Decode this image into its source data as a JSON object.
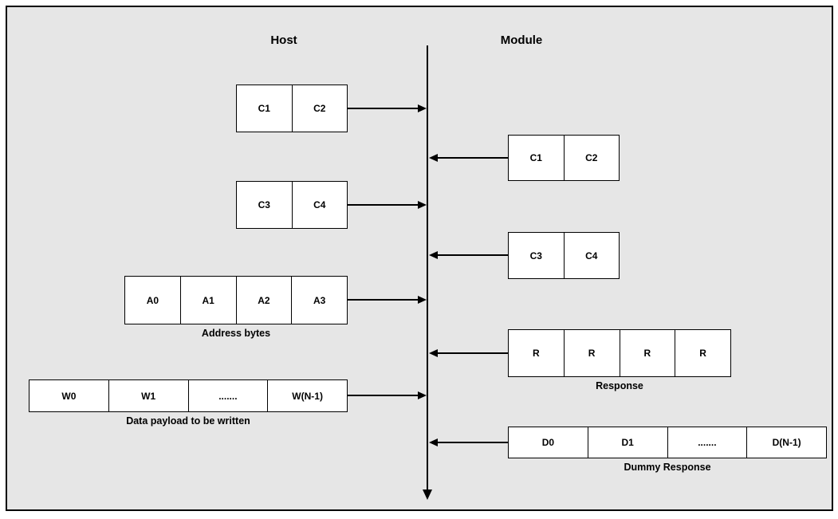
{
  "colors": {
    "canvas_bg": "#e6e6e6",
    "line": "#000000",
    "box_bg": "#ffffff"
  },
  "header": {
    "host_label": "Host",
    "module_label": "Module"
  },
  "rows": {
    "host_c12": {
      "cells": [
        "C1",
        "C2"
      ]
    },
    "host_c34": {
      "cells": [
        "C3",
        "C4"
      ]
    },
    "host_addr": {
      "cells": [
        "A0",
        "A1",
        "A2",
        "A3"
      ],
      "label": "Address bytes"
    },
    "host_w": {
      "cells": [
        "W0",
        "W1",
        ".......",
        "W(N-1)"
      ],
      "label": "Data payload to be written"
    },
    "mod_c12": {
      "cells": [
        "C1",
        "C2"
      ]
    },
    "mod_c34": {
      "cells": [
        "C3",
        "C4"
      ]
    },
    "mod_r": {
      "cells": [
        "R",
        "R",
        "R",
        "R"
      ],
      "label": "Response"
    },
    "mod_d": {
      "cells": [
        "D0",
        "D1",
        ".......",
        "D(N-1)"
      ],
      "label": "Dummy Response"
    }
  }
}
